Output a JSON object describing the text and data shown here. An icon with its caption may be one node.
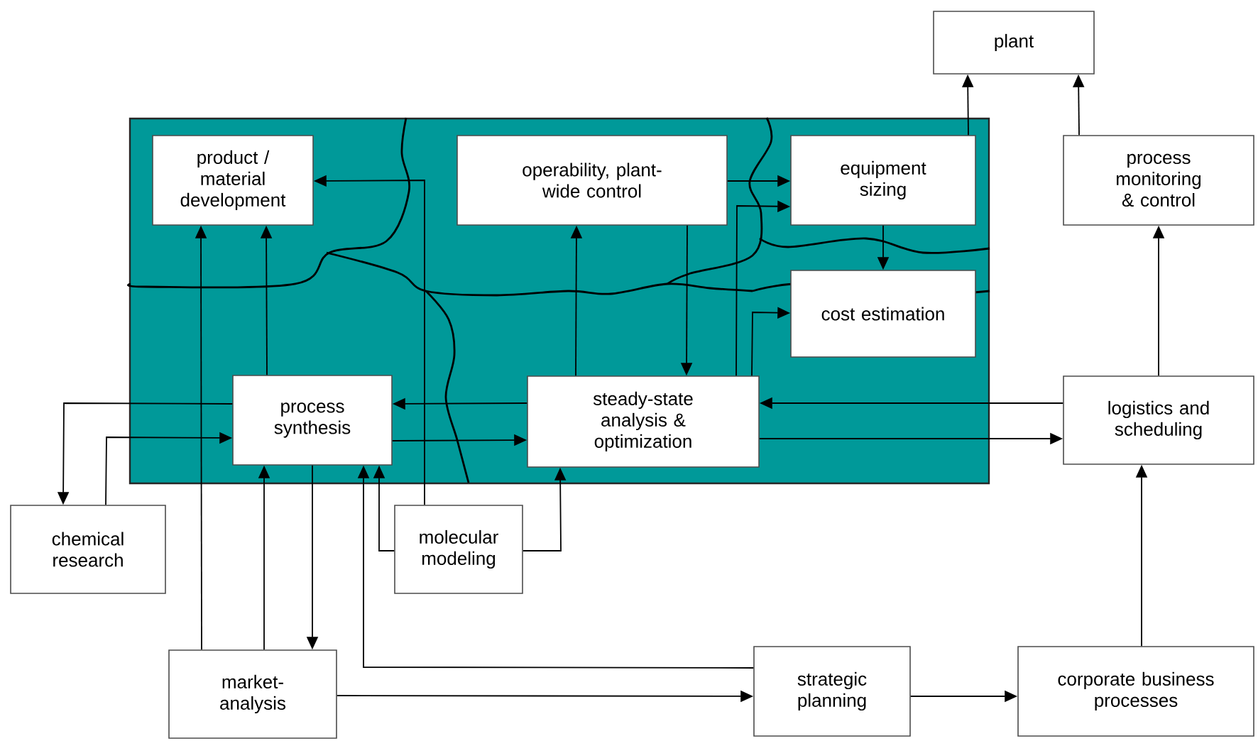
{
  "diagram": {
    "nodes": [
      {
        "text": [],
        "shape": "box"
      },
      {
        "text": [
          "plant"
        ]
      },
      {
        "text": [
          "product / material development"
        ],
        "in": 0
      },
      {
        "text": [
          "operability, plant-wide control"
        ],
        "in": 0
      },
      {
        "text": [
          "equipment sizing"
        ],
        "in": 0
      },
      {
        "text": [
          "process monitoring & control"
        ]
      },
      {
        "text": [
          "cost estimation"
        ],
        "in": 0
      },
      {
        "text": [
          "process synthesis"
        ],
        "in": 0
      },
      {
        "text": [
          "steady-state analysis & optimization"
        ],
        "in": 0
      },
      {
        "text": [
          "logistics and scheduling"
        ]
      },
      {
        "text": [
          "chemical research"
        ]
      },
      {
        "text": [
          "molecular modeling"
        ]
      },
      {
        "text": [
          "market- analysis"
        ]
      },
      {
        "text": [
          "strategic planning"
        ]
      },
      {
        "text": [
          "corporate business processes"
        ]
      }
    ],
    "edges": [
      {
        "from": 4,
        "to": 1,
        "arrow": "to"
      },
      {
        "from": 5,
        "to": 1,
        "arrow": "to"
      },
      {
        "from": 9,
        "to": 5,
        "arrow": "to"
      },
      {
        "from": 14,
        "to": 9,
        "arrow": "to"
      },
      {
        "from": 13,
        "to": 14,
        "arrow": "to"
      },
      {
        "from": 12,
        "to": 13,
        "arrow": "to"
      },
      {
        "from": 13,
        "to": 7,
        "arrow": "to"
      },
      {
        "from": 11,
        "to": 7,
        "arrow": "to"
      },
      {
        "from": 11,
        "to": 8,
        "arrow": "to"
      },
      {
        "from": 11,
        "to": 2,
        "arrow": "to"
      },
      {
        "from": 12,
        "to": 2,
        "arrow": "to"
      },
      {
        "from": 12,
        "to": 7,
        "arrow": "to"
      },
      {
        "from": 7,
        "to": 12,
        "arrow": "to"
      },
      {
        "from": 7,
        "to": 2,
        "arrow": "to"
      },
      {
        "from": 7,
        "to": 10,
        "arrow": "to"
      },
      {
        "from": 10,
        "to": 7,
        "arrow": "to"
      },
      {
        "from": 7,
        "to": 8,
        "arrow": "to"
      },
      {
        "from": 8,
        "to": 7,
        "arrow": "to"
      },
      {
        "from": 9,
        "to": 8,
        "arrow": "to"
      },
      {
        "from": 8,
        "to": 9,
        "arrow": "to"
      },
      {
        "from": 8,
        "to": 3,
        "arrow": "to"
      },
      {
        "from": 3,
        "to": 8,
        "arrow": "to"
      },
      {
        "from": 3,
        "to": 4,
        "arrow": "to"
      },
      {
        "from": 8,
        "to": 4,
        "arrow": "to"
      },
      {
        "from": 8,
        "to": 6,
        "arrow": "to"
      },
      {
        "from": 4,
        "to": 6,
        "arrow": "to"
      }
    ]
  }
}
